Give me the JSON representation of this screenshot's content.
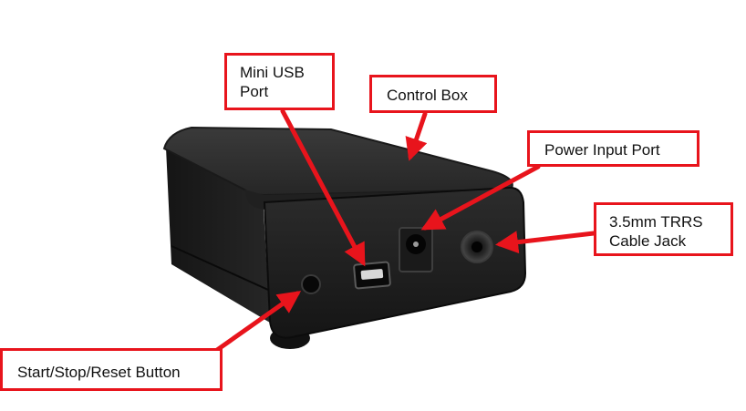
{
  "labels": {
    "mini_usb": "Mini USB\nPort",
    "control_box": "Control Box",
    "power_input": "Power Input Port",
    "trrs_jack": "3.5mm TRRS\nCable Jack",
    "start_button": "Start/Stop/Reset Button"
  },
  "colors": {
    "callout": "#e8141c",
    "device_body": "#1c1c1c",
    "background": "#ffffff"
  }
}
